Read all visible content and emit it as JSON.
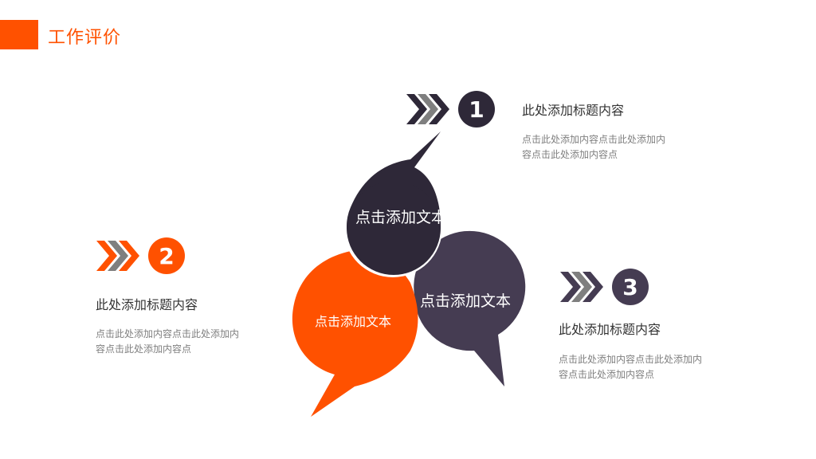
{
  "header": {
    "title": "工作评价",
    "accent_color": "#ff5100"
  },
  "colors": {
    "orange": "#ff5100",
    "dark": "#2e2838",
    "purple": "#453c52",
    "gray_chevron": "#7f7f7f",
    "title_text": "#333333",
    "desc_text": "#7f7f7f"
  },
  "bubbles": [
    {
      "label": "点击添加文本",
      "color": "#2e2838"
    },
    {
      "label": "点击添加文本",
      "color": "#ff5100"
    },
    {
      "label": "点击添加文本",
      "color": "#453c52"
    }
  ],
  "items": [
    {
      "number": "1",
      "title": "此处添加标题内容",
      "desc_line1": "点击此处添加内容点击此处添加内",
      "desc_line2": "容点击此处添加内容点",
      "icon": "triple-chevron-right-icon"
    },
    {
      "number": "2",
      "title": "此处添加标题内容",
      "desc_line1": "点击此处添加内容点击此处添加内",
      "desc_line2": "容点击此处添加内容点",
      "icon": "triple-chevron-right-icon"
    },
    {
      "number": "3",
      "title": "此处添加标题内容",
      "desc_line1": "点击此处添加内容点击此处添加内",
      "desc_line2": "容点击此处添加内容点",
      "icon": "triple-chevron-right-icon"
    }
  ]
}
